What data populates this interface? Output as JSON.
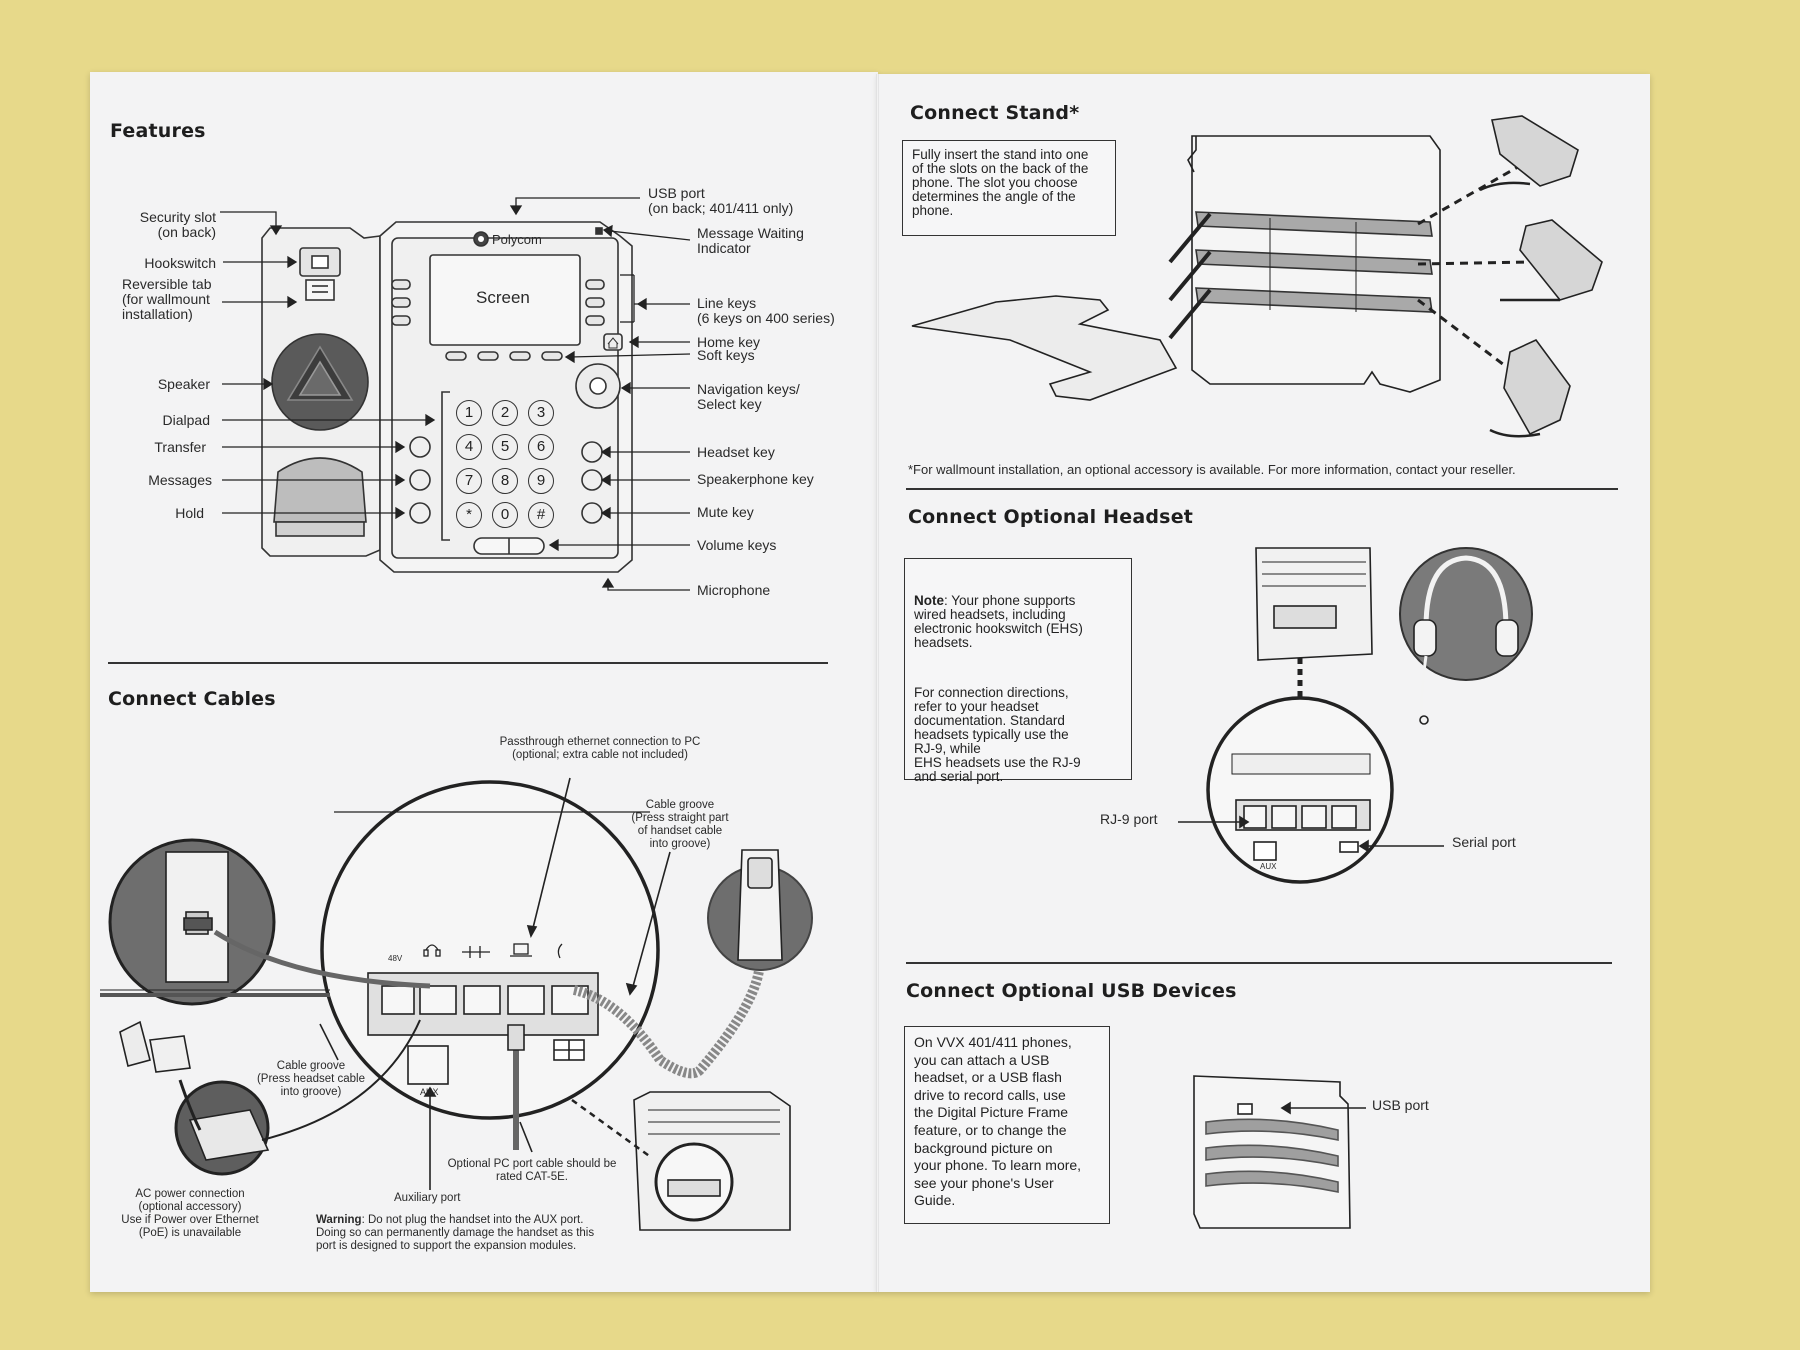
{
  "colors": {
    "background": "#e7d98a",
    "paper": "#f3f3f4",
    "ink": "#222222",
    "shade": "#8a8a8a"
  },
  "features": {
    "heading": "Features",
    "left_labels": [
      "Security slot\n(on back)",
      "Hookswitch",
      "Reversible tab\n(for wallmount\ninstallation)",
      "Speaker",
      "Dialpad",
      "Transfer",
      "Messages",
      "Hold"
    ],
    "right_labels": [
      "USB port\n(on back; 401/411 only)",
      "Message Waiting\nIndicator",
      "Line keys\n(6 keys on 400 series)",
      "Home key",
      "Soft keys",
      "Navigation keys/\nSelect key",
      "Headset key",
      "Speakerphone key",
      "Mute key",
      "Volume keys",
      "Microphone"
    ],
    "brand": "Polycom",
    "screen_label": "Screen",
    "dialpad_keys": [
      "1",
      "2",
      "3",
      "4",
      "5",
      "6",
      "7",
      "8",
      "9",
      "*",
      "0",
      "#"
    ]
  },
  "cables": {
    "heading": "Connect Cables",
    "passthrough": "Passthrough ethernet connection to PC\n(optional; extra cable not included)",
    "cable_groove_handset": "Cable groove\n(Press straight part\nof handset cable\ninto groove)",
    "cable_groove_headset": "Cable groove\n(Press headset cable\ninto groove)",
    "ac_power": "AC power connection\n(optional accessory)\nUse if Power over Ethernet\n(PoE) is unavailable",
    "aux_port": "Auxiliary port",
    "optional_pc": "Optional PC port cable should be\nrated CAT-5E.",
    "warning_label": "Warning",
    "warning_text": ": Do not plug the handset into the AUX port.\nDoing so can permanently damage the handset as this\nport is designed to support the expansion modules.",
    "aux_text": "AUX",
    "v48": "48V"
  },
  "stand": {
    "heading": "Connect Stand*",
    "box_text": "Fully insert the stand into one\nof the slots on the back of the\nphone. The slot you choose\ndetermines the angle of the\nphone.",
    "footnote": "*For wallmount installation, an optional accessory is available. For more information, contact your reseller."
  },
  "headset": {
    "heading": "Connect Optional Headset",
    "note_label": "Note",
    "note_text": ": Your phone supports\nwired headsets, including\nelectronic hookswitch (EHS)\nheadsets.",
    "directions": "For connection directions,\nrefer to your headset\ndocumentation. Standard\nheadsets typically use the\nRJ-9, while\nEHS headsets use the RJ-9\nand serial port.",
    "rj9_port": "RJ-9 port",
    "serial_port": "Serial port",
    "aux_text": "AUX"
  },
  "usb": {
    "heading": "Connect Optional USB Devices",
    "box_text": "On VVX 401/411 phones,\nyou can attach a USB\nheadset, or a USB flash\ndrive to record calls, use\nthe Digital Picture Frame\nfeature, or to change the\nbackground picture on\nyour phone. To learn more,\nsee your phone's User\nGuide.",
    "usb_port": "USB port"
  }
}
